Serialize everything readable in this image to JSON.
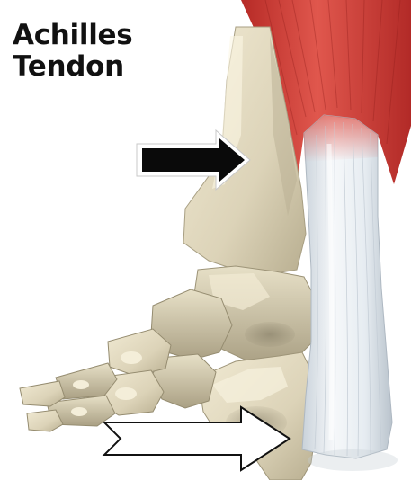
{
  "title": {
    "line1": "Achilles",
    "line2": "Tendon"
  },
  "arrows": {
    "upper": {
      "direction": "right",
      "fill": "#0a0a0a",
      "outline": "#ffffff"
    },
    "lower": {
      "direction": "right",
      "fill": "#ffffff",
      "outline": "#111111"
    }
  },
  "colors": {
    "muscle": "#d8473f",
    "tendon": "#e9eef2",
    "bone": "#e3dcc4",
    "bone_shadow": "#a9a084",
    "background": "#ffffff"
  }
}
